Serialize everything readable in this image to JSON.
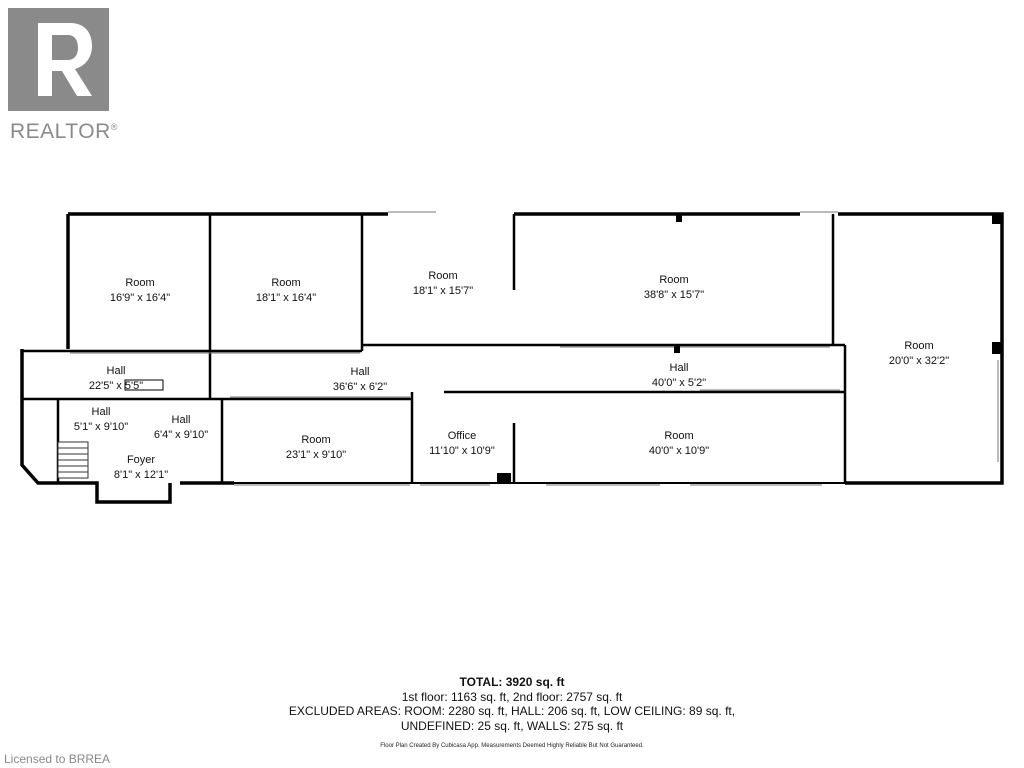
{
  "logo": {
    "word": "REALTOR",
    "mark": "®",
    "color": "#8a8a8a",
    "icon": "realtor-r-icon"
  },
  "rooms": [
    {
      "name": "Room",
      "dims": "16'9\" x 16'4\""
    },
    {
      "name": "Room",
      "dims": "18'1\" x 16'4\""
    },
    {
      "name": "Room",
      "dims": "18'1\" x 15'7\""
    },
    {
      "name": "Room",
      "dims": "38'8\" x 15'7\""
    },
    {
      "name": "Room",
      "dims": "20'0\" x 32'2\""
    },
    {
      "name": "Hall",
      "dims": "22'5\" x 5'5\""
    },
    {
      "name": "Hall",
      "dims": "36'6\" x 6'2\""
    },
    {
      "name": "Hall",
      "dims": "40'0\" x 5'2\""
    },
    {
      "name": "Hall",
      "dims": "5'1\" x 9'10\""
    },
    {
      "name": "Hall",
      "dims": "6'4\" x 9'10\""
    },
    {
      "name": "Foyer",
      "dims": "8'1\" x 12'1\""
    },
    {
      "name": "Room",
      "dims": "23'1\" x 9'10\""
    },
    {
      "name": "Office",
      "dims": "11'10\" x 10'9\""
    },
    {
      "name": "Room",
      "dims": "40'0\" x 10'9\""
    }
  ],
  "totals": {
    "total": "TOTAL: 3920 sq. ft",
    "floors": "1st floor: 1163 sq. ft, 2nd floor: 2757 sq. ft",
    "excluded": "EXCLUDED AREAS: ROOM: 2280 sq. ft, HALL: 206 sq. ft, LOW CEILING: 89 sq. ft,",
    "undefined": "UNDEFINED: 25 sq. ft, WALLS: 275 sq. ft"
  },
  "credit": "Floor Plan Created By Cubicasa App. Measurements Deemed Highly Reliable But Not Guaranteed.",
  "licensed": "Licensed to BRREA"
}
